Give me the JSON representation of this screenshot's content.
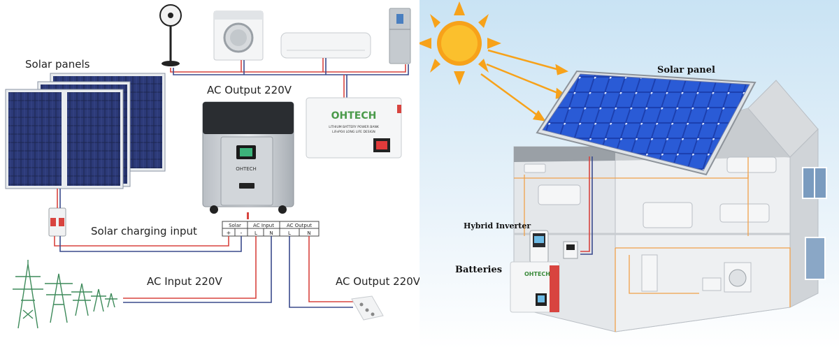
{
  "left": {
    "labels": {
      "solar_panels": "Solar panels",
      "ac_output_top": "AC Output 220V",
      "solar_charging_input": "Solar charging input",
      "ac_input": "AC Input 220V",
      "ac_output_bottom": "AC Output 220V"
    },
    "terminal": {
      "solar": "Solar",
      "ac_input": "AC Input",
      "ac_output": "AC Output",
      "plus": "+",
      "minus": "-",
      "l1": "L",
      "n1": "N",
      "l2": "L",
      "n2": "N"
    },
    "brand": "OHTECH",
    "battery_line1": "LITHIUM BATTERY POWER BANK",
    "battery_line2": "LiFePO4 LONG LIFE DESIGN",
    "unit_brand": "OHTECH"
  },
  "right": {
    "labels": {
      "solar_panel": "Solar panel",
      "hybrid_inverter": "Hybrid Inverter",
      "batteries": "Batteries"
    },
    "battery_brand": "OHTECH"
  },
  "colors": {
    "wire_red": "#d8443f",
    "wire_blue": "#3a4a8c",
    "sky_top": "#cfe6f5",
    "sun": "#f7a21a",
    "panel_blue": "#1f45b8",
    "house_wall": "#e4e7ea",
    "orange_wire": "#f0a14a"
  }
}
